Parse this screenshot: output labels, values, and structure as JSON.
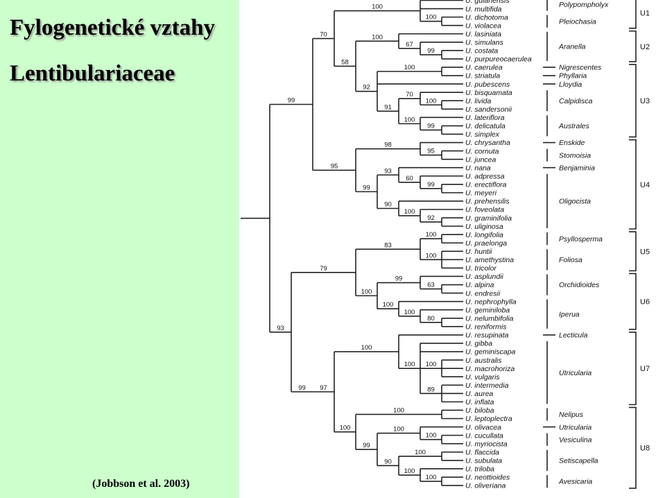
{
  "slide": {
    "title_line1": "Fylogenetické vztahy",
    "title_line2": "Lentibulariaceae",
    "citation": "(Jobbson et al. 2003)"
  },
  "taxa": [
    "U. guianensis",
    "U. multifida",
    "U. dichotoma",
    "U. violacea",
    "U. lasiniata",
    "U. simulans",
    "U. costata",
    "U. purpureocaerulea",
    "U. caerulea",
    "U. striatula",
    "U. pubescens",
    "U. bisquamata",
    "U. livida",
    "U. sandersonii",
    "U. lateriflora",
    "U. delicatula",
    "U. simplex",
    "U. chrysantha",
    "U. cornuta",
    "U. juncea",
    "U. nana",
    "U. adpressa",
    "U. erectiflora",
    "U. meyeri",
    "U. prehensilis",
    "U. foveolata",
    "U. graminifolia",
    "U. uliginosa",
    "U. longifolia",
    "U. praelonga",
    "U. huntii",
    "U. amethystina",
    "U. tricolor",
    "U. asplundii",
    "U. alpina",
    "U. endresii",
    "U. nephrophylla",
    "U. geminiloba",
    "U. nelumbifolia",
    "U. reniformis",
    "U. resupinata",
    "U. gibba",
    "U. geminiscapa",
    "U. australis",
    "U. macrohoriza",
    "U. vulgaris",
    "U. intermedia",
    "U. aurea",
    "U. inflata",
    "U. biloba",
    "U. leptoplectra",
    "U. olivacea",
    "U. cucullata",
    "U. myriocista",
    "U. flaccida",
    "U. subulata",
    "U. triloba",
    "U. neottioides",
    "U. oliveriana"
  ],
  "sections": [
    {
      "name": "Polypompholyx",
      "from": 0,
      "to": 1
    },
    {
      "name": "Pleiochasia",
      "from": 2,
      "to": 3
    },
    {
      "name": "Aranella",
      "from": 4,
      "to": 7
    },
    {
      "name": "Nigrescentes",
      "from": 8,
      "to": 8
    },
    {
      "name": "Phyllaria",
      "from": 9,
      "to": 9
    },
    {
      "name": "Lloydia",
      "from": 10,
      "to": 10
    },
    {
      "name": "Calpidisca",
      "from": 11,
      "to": 13
    },
    {
      "name": "Australes",
      "from": 14,
      "to": 16
    },
    {
      "name": "Enskide",
      "from": 17,
      "to": 17
    },
    {
      "name": "Stomoisia",
      "from": 18,
      "to": 19
    },
    {
      "name": "Benjaminia",
      "from": 20,
      "to": 20
    },
    {
      "name": "Oligocista",
      "from": 21,
      "to": 27
    },
    {
      "name": "Psyllosperma",
      "from": 28,
      "to": 29
    },
    {
      "name": "Foliosa",
      "from": 30,
      "to": 32
    },
    {
      "name": "Orchidioides",
      "from": 33,
      "to": 35
    },
    {
      "name": "Iperua",
      "from": 36,
      "to": 39
    },
    {
      "name": "Lecticula",
      "from": 40,
      "to": 40
    },
    {
      "name": "Utricularia",
      "from": 41,
      "to": 48
    },
    {
      "name": "Nelipus",
      "from": 49,
      "to": 50
    },
    {
      "name": "Utricularia",
      "from": 51,
      "to": 51
    },
    {
      "name": "Vesiculina",
      "from": 52,
      "to": 53
    },
    {
      "name": "Setiscapella",
      "from": 54,
      "to": 56
    },
    {
      "name": "Avesicaria",
      "from": 57,
      "to": 58
    }
  ],
  "clades": [
    {
      "name": "U1",
      "from": 0,
      "to": 3
    },
    {
      "name": "U2",
      "from": 4,
      "to": 7
    },
    {
      "name": "U3",
      "from": 8,
      "to": 16
    },
    {
      "name": "U4",
      "from": 17,
      "to": 27
    },
    {
      "name": "U5",
      "from": 28,
      "to": 32
    },
    {
      "name": "U6",
      "from": 33,
      "to": 39
    },
    {
      "name": "U7",
      "from": 40,
      "to": 48
    },
    {
      "name": "U8",
      "from": 49,
      "to": 58
    }
  ],
  "tree": {
    "c": [
      {
        "s": "99",
        "c": [
          {
            "s": "70",
            "c": [
              {
                "s": "100",
                "c": [
                  {
                    "t": 0
                  },
                  {
                    "t": 1
                  },
                  {
                    "s": "100",
                    "c": [
                      {
                        "t": 2
                      },
                      {
                        "t": 3
                      }
                    ]
                  }
                ]
              },
              {
                "s": "58",
                "c": [
                  {
                    "s": "100",
                    "c": [
                      {
                        "t": 4
                      },
                      {
                        "s": "67",
                        "c": [
                          {
                            "t": 5
                          },
                          {
                            "s": "99",
                            "c": [
                              {
                                "t": 6
                              },
                              {
                                "t": 7
                              }
                            ]
                          }
                        ]
                      }
                    ]
                  },
                  {
                    "s": "92",
                    "c": [
                      {
                        "s": "100",
                        "c": [
                          {
                            "t": 8
                          },
                          {
                            "t": 9
                          }
                        ]
                      },
                      {
                        "t": 10
                      },
                      {
                        "s": "91",
                        "c": [
                          {
                            "s": "70",
                            "c": [
                              {
                                "t": 11
                              },
                              {
                                "s": "100",
                                "c": [
                                  {
                                    "t": 12
                                  },
                                  {
                                    "t": 13
                                  }
                                ]
                              }
                            ]
                          },
                          {
                            "s": "100",
                            "c": [
                              {
                                "t": 14
                              },
                              {
                                "s": "99",
                                "c": [
                                  {
                                    "t": 15
                                  },
                                  {
                                    "t": 16
                                  }
                                ]
                              }
                            ]
                          }
                        ]
                      }
                    ]
                  }
                ]
              }
            ]
          },
          {
            "s": "95",
            "c": [
              {
                "s": "98",
                "c": [
                  {
                    "t": 17
                  },
                  {
                    "s": "95",
                    "c": [
                      {
                        "t": 18
                      },
                      {
                        "t": 19
                      }
                    ]
                  }
                ]
              },
              {
                "s": "99",
                "c": [
                  {
                    "s": "93",
                    "c": [
                      {
                        "t": 20
                      },
                      {
                        "s": "60",
                        "c": [
                          {
                            "t": 21
                          },
                          {
                            "s": "99",
                            "c": [
                              {
                                "t": 22
                              },
                              {
                                "t": 23
                              }
                            ]
                          }
                        ]
                      }
                    ]
                  },
                  {
                    "s": "90",
                    "c": [
                      {
                        "t": 24
                      },
                      {
                        "s": "100",
                        "c": [
                          {
                            "t": 25
                          },
                          {
                            "s": "92",
                            "c": [
                              {
                                "t": 26
                              },
                              {
                                "t": 27
                              }
                            ]
                          }
                        ]
                      }
                    ]
                  }
                ]
              }
            ]
          }
        ]
      },
      {
        "s": "93",
        "c": [
          {
            "s": "79",
            "c": [
              {
                "s": "83",
                "c": [
                  {
                    "s": "100",
                    "c": [
                      {
                        "t": 28
                      },
                      {
                        "t": 29
                      }
                    ]
                  },
                  {
                    "s": "100",
                    "c": [
                      {
                        "t": 30
                      },
                      {
                        "t": 31
                      },
                      {
                        "t": 32
                      }
                    ]
                  }
                ]
              },
              {
                "s": "100",
                "c": [
                  {
                    "s": "99",
                    "c": [
                      {
                        "t": 33
                      },
                      {
                        "s": "63",
                        "c": [
                          {
                            "t": 34
                          },
                          {
                            "t": 35
                          }
                        ]
                      }
                    ]
                  },
                  {
                    "s": "100",
                    "c": [
                      {
                        "t": 36
                      },
                      {
                        "s": "100",
                        "c": [
                          {
                            "t": 37
                          },
                          {
                            "s": "80",
                            "c": [
                              {
                                "t": 38
                              },
                              {
                                "t": 39
                              }
                            ]
                          }
                        ]
                      }
                    ]
                  }
                ]
              }
            ]
          },
          {
            "s": "99",
            "c": [
              {
                "s": "97",
                "c": [
                  {
                    "s": "100",
                    "c": [
                      {
                        "t": 40
                      },
                      {
                        "s": "100",
                        "c": [
                          {
                            "t": 41
                          },
                          {
                            "t": 42
                          },
                          {
                            "s": "100",
                            "c": [
                              {
                                "t": 43
                              },
                              {
                                "t": 44
                              },
                              {
                                "t": 45
                              }
                            ]
                          },
                          {
                            "s": "89",
                            "c": [
                              {
                                "t": 46
                              },
                              {
                                "t": 47
                              },
                              {
                                "t": 48
                              }
                            ]
                          }
                        ]
                      }
                    ]
                  },
                  {
                    "s": "100",
                    "c": [
                      {
                        "s": "100",
                        "c": [
                          {
                            "t": 49
                          },
                          {
                            "t": 50
                          }
                        ]
                      },
                      {
                        "s": "99",
                        "c": [
                          {
                            "s": "100",
                            "c": [
                              {
                                "t": 51
                              },
                              {
                                "s": "100",
                                "c": [
                                  {
                                    "t": 52
                                  },
                                  {
                                    "t": 53
                                  }
                                ]
                              }
                            ]
                          },
                          {
                            "s": "90",
                            "c": [
                              {
                                "s": "100",
                                "c": [
                                  {
                                    "t": 54
                                  },
                                  {
                                    "t": 55
                                  }
                                ]
                              },
                              {
                                "s": "100",
                                "c": [
                                  {
                                    "t": 56
                                  },
                                  {
                                    "s": "100",
                                    "c": [
                                      {
                                        "t": 57
                                      },
                                      {
                                        "t": 58
                                      }
                                    ]
                                  }
                                ]
                              }
                            ]
                          }
                        ]
                      }
                    ]
                  }
                ]
              }
            ]
          }
        ]
      }
    ]
  }
}
